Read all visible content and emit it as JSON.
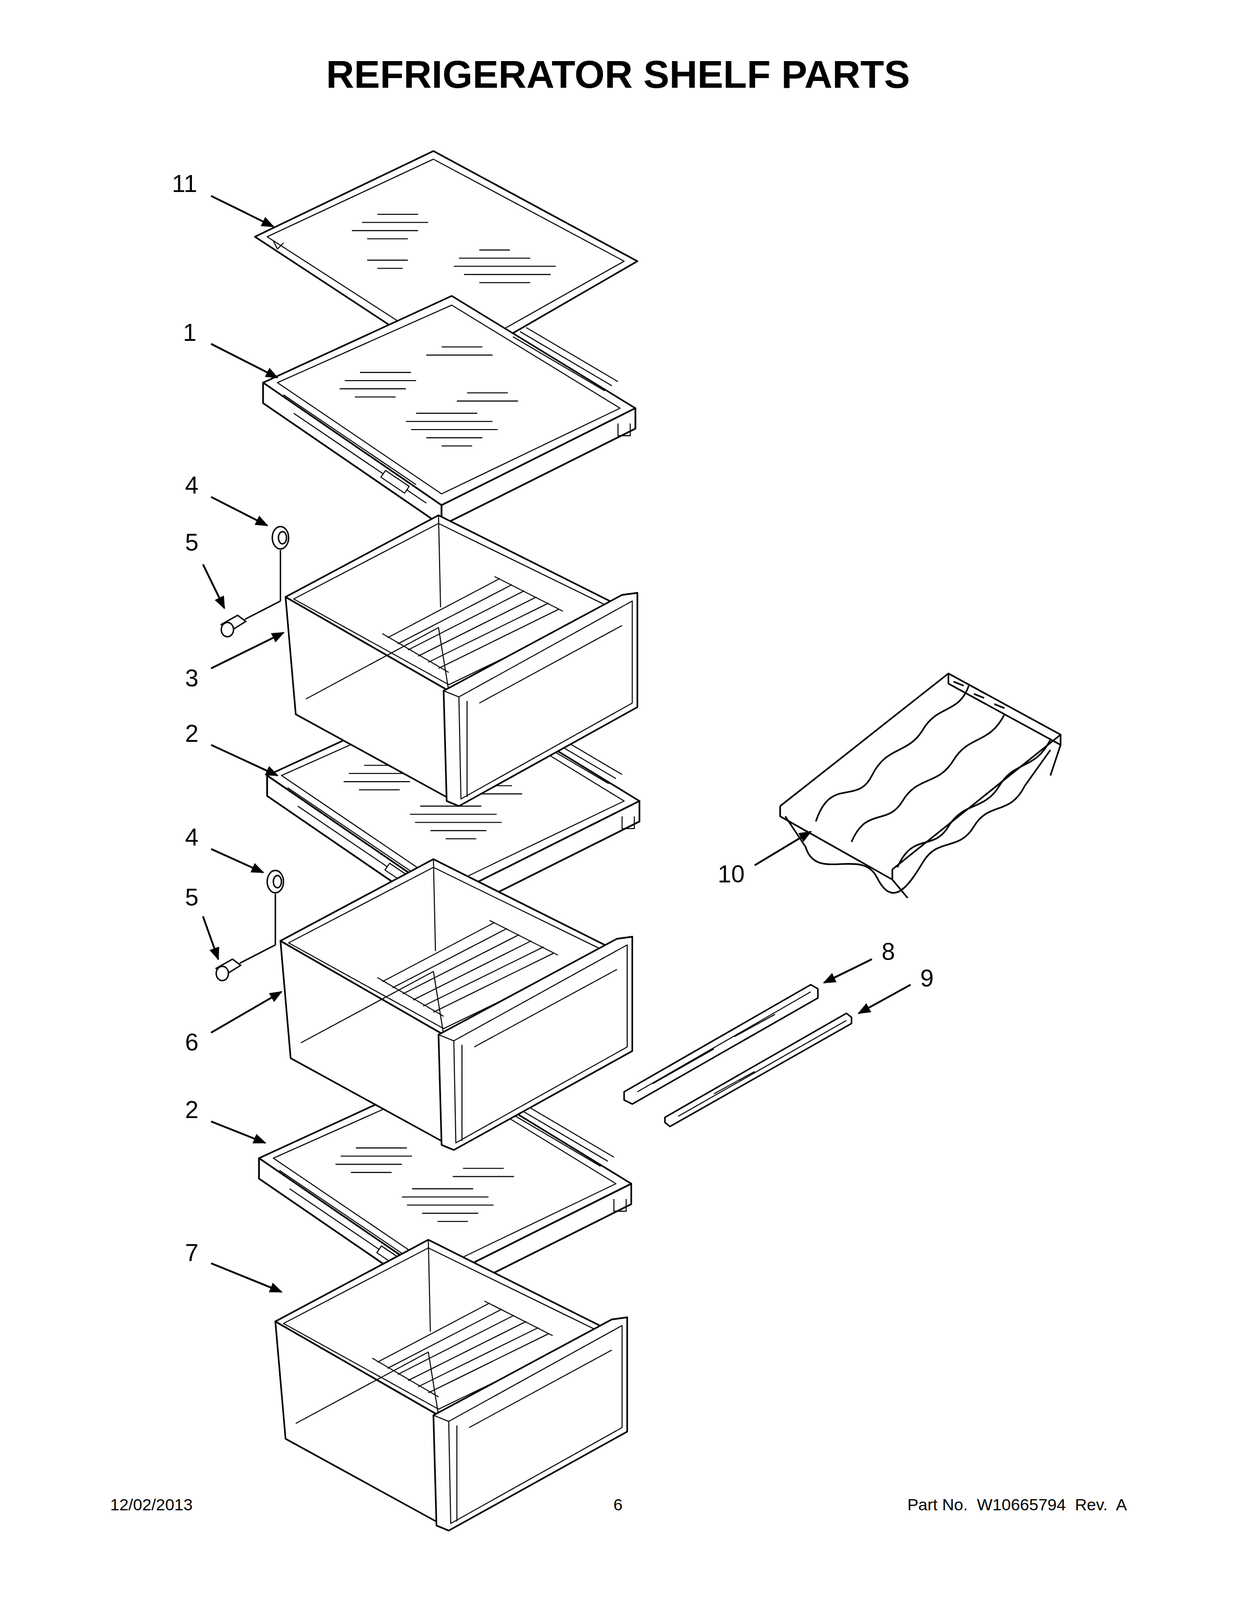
{
  "diagram": {
    "title": "REFRIGERATOR SHELF PARTS",
    "labels": [
      "11",
      "1",
      "4",
      "5",
      "3",
      "2",
      "4",
      "5",
      "6",
      "2",
      "7",
      "10",
      "8",
      "9",
      "12/02/2013",
      "6",
      "Part No.  W10665794  Rev.  A"
    ]
  }
}
